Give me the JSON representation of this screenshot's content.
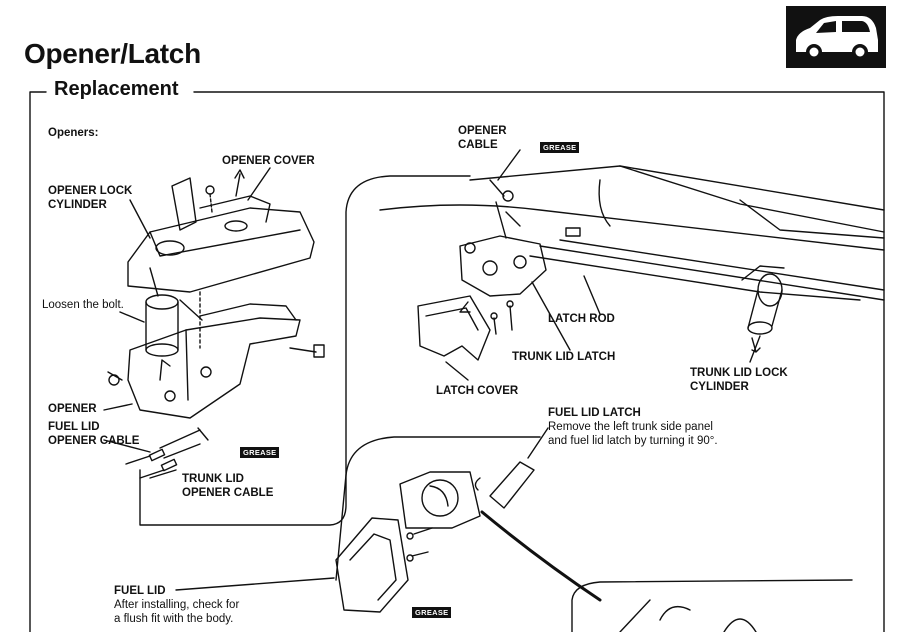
{
  "page": {
    "title": "Opener/Latch",
    "section": "Replacement",
    "subheading": "Openers:"
  },
  "icons": {
    "vehicle": "car-silhouette-icon"
  },
  "labels": {
    "opener_cover": "OPENER COVER",
    "opener_lock_cylinder_1": "OPENER LOCK",
    "opener_lock_cylinder_2": "CYLINDER",
    "loosen_bolt": "Loosen the bolt.",
    "opener": "OPENER",
    "fuel_lid_opener_cable_1": "FUEL LID",
    "fuel_lid_opener_cable_2": "OPENER CABLE",
    "trunk_lid_opener_cable_1": "TRUNK LID",
    "trunk_lid_opener_cable_2": "OPENER CABLE",
    "opener_cable_1": "OPENER",
    "opener_cable_2": "CABLE",
    "latch_rod": "LATCH ROD",
    "trunk_lid_latch": "TRUNK LID LATCH",
    "latch_cover": "LATCH COVER",
    "trunk_lid_lock_cylinder_1": "TRUNK LID LOCK",
    "trunk_lid_lock_cylinder_2": "CYLINDER",
    "fuel_lid_latch": "FUEL LID LATCH",
    "fuel_lid_latch_note_1": "Remove the left trunk side panel",
    "fuel_lid_latch_note_2": "and fuel lid latch by turning it 90°.",
    "fuel_lid": "FUEL LID",
    "fuel_lid_note_1": "After installing, check for",
    "fuel_lid_note_2": "a flush fit with the body.",
    "grease": "GREASE"
  }
}
